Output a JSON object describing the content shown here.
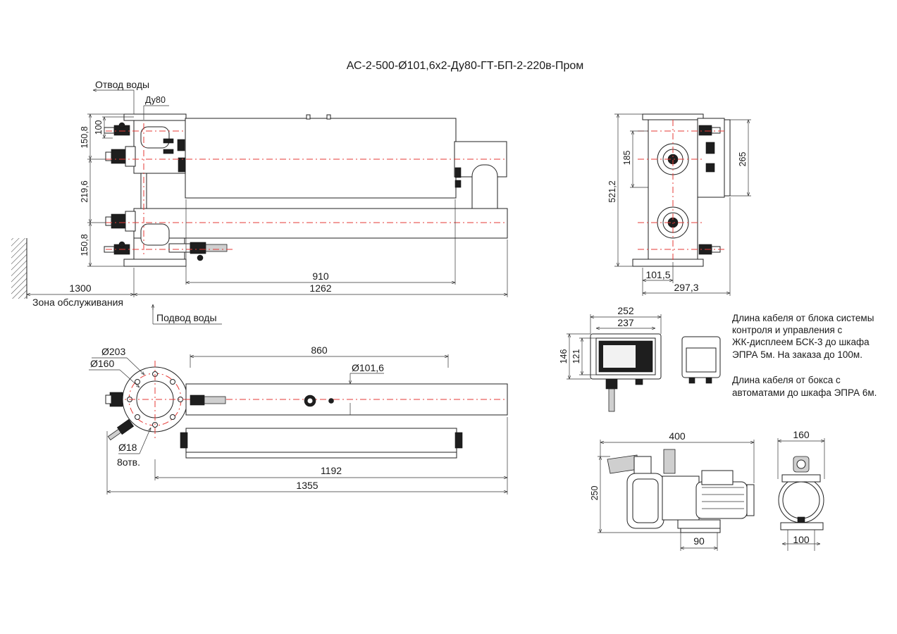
{
  "title": "АС-2-500-Ø101,6х2-Ду80-ГТ-БП-2-220в-Пром",
  "labels": {
    "outlet": "Отвод воды",
    "inlet": "Подвод воды",
    "service_zone": "Зона обслуживания",
    "du": "Ду80",
    "holes": "8отв."
  },
  "dims": {
    "d150_8_top": "150,8",
    "d100": "100",
    "d219_6": "219,6",
    "d150_8_bot": "150,8",
    "d910": "910",
    "d1262": "1262",
    "d1300": "1300",
    "d860": "860",
    "d203": "Ø203",
    "d160c": "Ø160",
    "d101_6": "Ø101,6",
    "d18": "Ø18",
    "d1192": "1192",
    "d1355": "1355",
    "d185": "185",
    "d521_2": "521,2",
    "d265": "265",
    "d101_5": "101,5",
    "d297_3": "297,3",
    "d252": "252",
    "d237": "237",
    "d146": "146",
    "d121": "121",
    "d400": "400",
    "d250": "250",
    "d90": "90",
    "d160p": "160",
    "d100p": "100"
  },
  "notes": {
    "n1": [
      "Длина кабеля от блока системы",
      "контроля и управления с",
      "ЖК-дисплеем БСК-3 до шкафа",
      "ЭПРА 5м. На заказа до 100м."
    ],
    "n2": [
      "Длина кабеля от бокса с",
      "автоматами до шкафа ЭПРА 6м."
    ]
  },
  "colors": {
    "axis": "#e53935",
    "line": "#222222",
    "text": "#1a1a1a"
  }
}
